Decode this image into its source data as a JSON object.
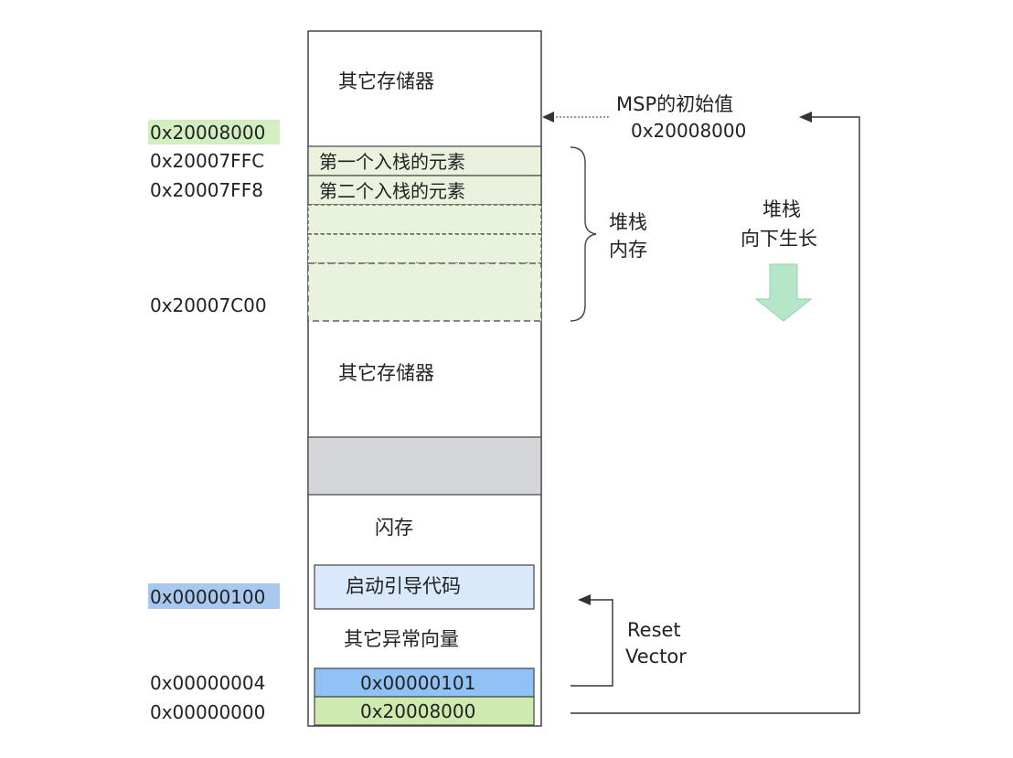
{
  "memory_map": {
    "top_region_label": "其它存储器",
    "stack_elements": [
      "第一个入栈的元素",
      "第二个入栈的元素"
    ],
    "middle_region_label": "其它存储器",
    "flash_label": "闪存",
    "boot_code_label": "启动引导代码",
    "other_vectors_label": "其它异常向量",
    "reset_vector_value": "0x00000101",
    "msp_value": "0x20008000"
  },
  "addresses": {
    "a20008000": "0x20008000",
    "a20007FFC": "0x20007FFC",
    "a20007FF8": "0x20007FF8",
    "a20007C00": "0x20007C00",
    "a00000100": "0x00000100",
    "a00000004": "0x00000004",
    "a00000000": "0x00000000"
  },
  "annotations": {
    "msp_title": "MSP的初始值",
    "msp_value": "0x20008000",
    "stack_memory_line1": "堆栈",
    "stack_memory_line2": "内存",
    "stack_growth_line1": "堆栈",
    "stack_growth_line2": "向下生长",
    "reset_line1": "Reset",
    "reset_line2": "Vector"
  },
  "colors": {
    "stack_fill": "#e8f2dc",
    "addr_green_highlight": "#d3eec0",
    "addr_blue_highlight": "#a9c8f0",
    "boot_fill": "#d9e8fb",
    "reset_vector_fill": "#90c2f5",
    "msp_fill": "#cfeaae",
    "gray_block": "#d4d5d9",
    "arrow_fill": "#b6e6c8"
  }
}
